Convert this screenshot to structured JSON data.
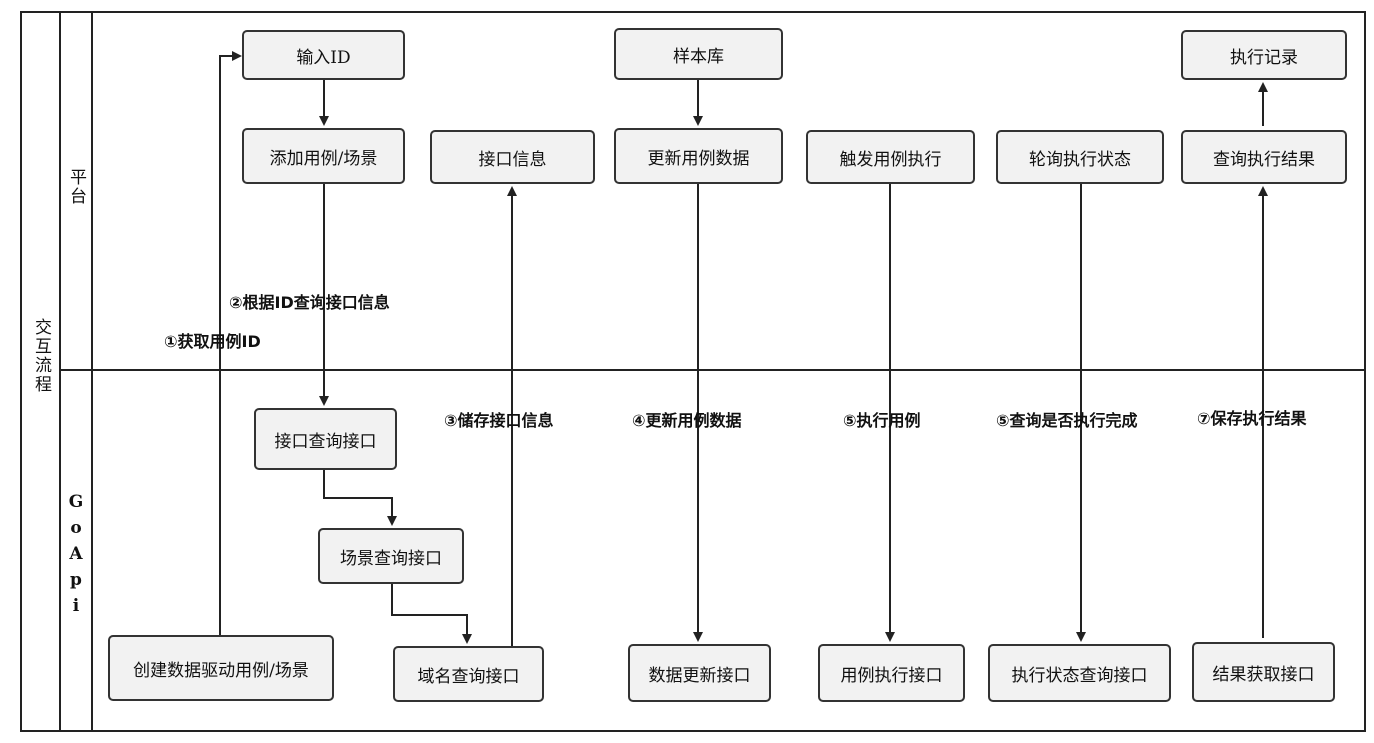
{
  "outer_label": "交互流程",
  "lanes": {
    "top": "平台",
    "bottom": "GoApi"
  },
  "boxes": {
    "input_id": "输入ID",
    "add_case": "添加用例/场景",
    "interface_info": "接口信息",
    "sample_lib": "样本库",
    "update_case_data": "更新用例数据",
    "trigger_exec": "触发用例执行",
    "poll_status": "轮询执行状态",
    "exec_record": "执行记录",
    "query_result": "查询执行结果",
    "if_query_api": "接口查询接口",
    "scene_query_api": "场景查询接口",
    "domain_query_api": "域名查询接口",
    "create_case": "创建数据驱动用例/场景",
    "data_update_api": "数据更新接口",
    "case_exec_api": "用例执行接口",
    "status_query_api": "执行状态查询接口",
    "result_fetch_api": "结果获取接口"
  },
  "labels": {
    "step1": "①获取用例ID",
    "step2": "②根据ID查询接口信息",
    "step3": "③储存接口信息",
    "step4": "④更新用例数据",
    "step5a": "⑤执行用例",
    "step5b": "⑤查询是否执行完成",
    "step7": "⑦保存执行结果"
  }
}
